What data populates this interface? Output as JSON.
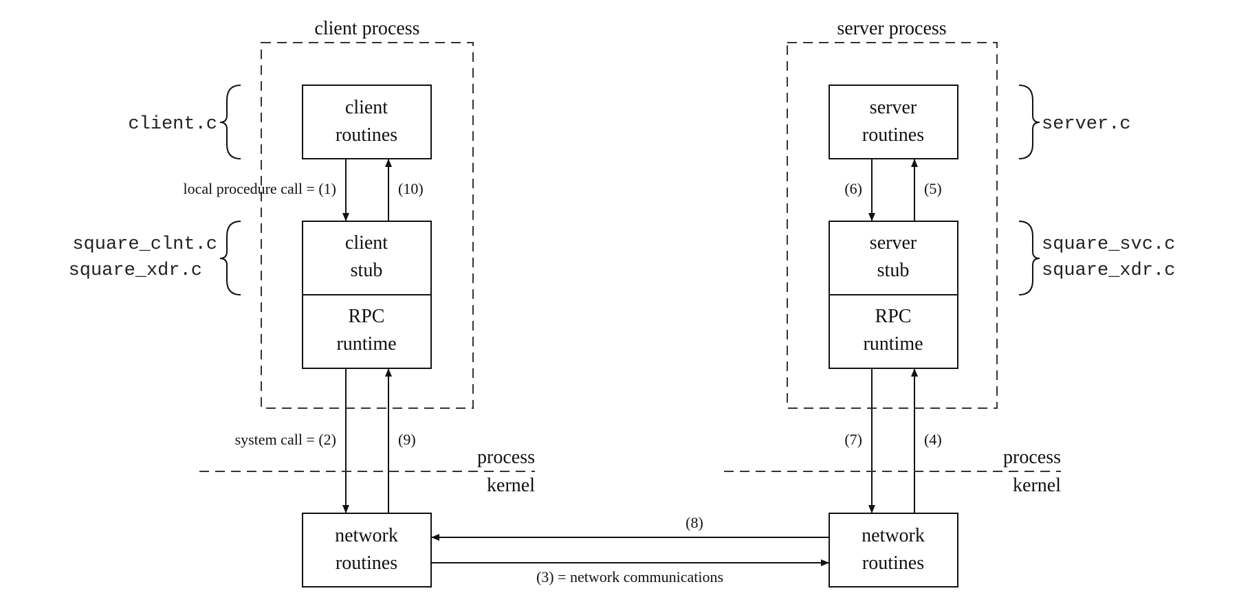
{
  "client_side": {
    "title": "client process",
    "routines": [
      "client",
      "routines"
    ],
    "stub": [
      "client",
      "stub"
    ],
    "runtime": [
      "RPC",
      "runtime"
    ],
    "network": [
      "network",
      "routines"
    ],
    "files_top": "client.c",
    "files_mid": [
      "square_clnt.c",
      "square_xdr.c"
    ]
  },
  "server_side": {
    "title": "server process",
    "routines": [
      "server",
      "routines"
    ],
    "stub": [
      "server",
      "stub"
    ],
    "runtime": [
      "RPC",
      "runtime"
    ],
    "network": [
      "network",
      "routines"
    ],
    "files_top": "server.c",
    "files_mid": [
      "square_svc.c",
      "square_xdr.c"
    ]
  },
  "arrows": {
    "local_call": "local procedure call = (1)",
    "system_call": "system call = (2)",
    "network_comm": "(3) = network communications",
    "step4": "(4)",
    "step5": "(5)",
    "step6": "(6)",
    "step7": "(7)",
    "step8": "(8)",
    "step9": "(9)",
    "step10": "(10)"
  },
  "boundary": {
    "upper": "process",
    "lower": "kernel"
  }
}
